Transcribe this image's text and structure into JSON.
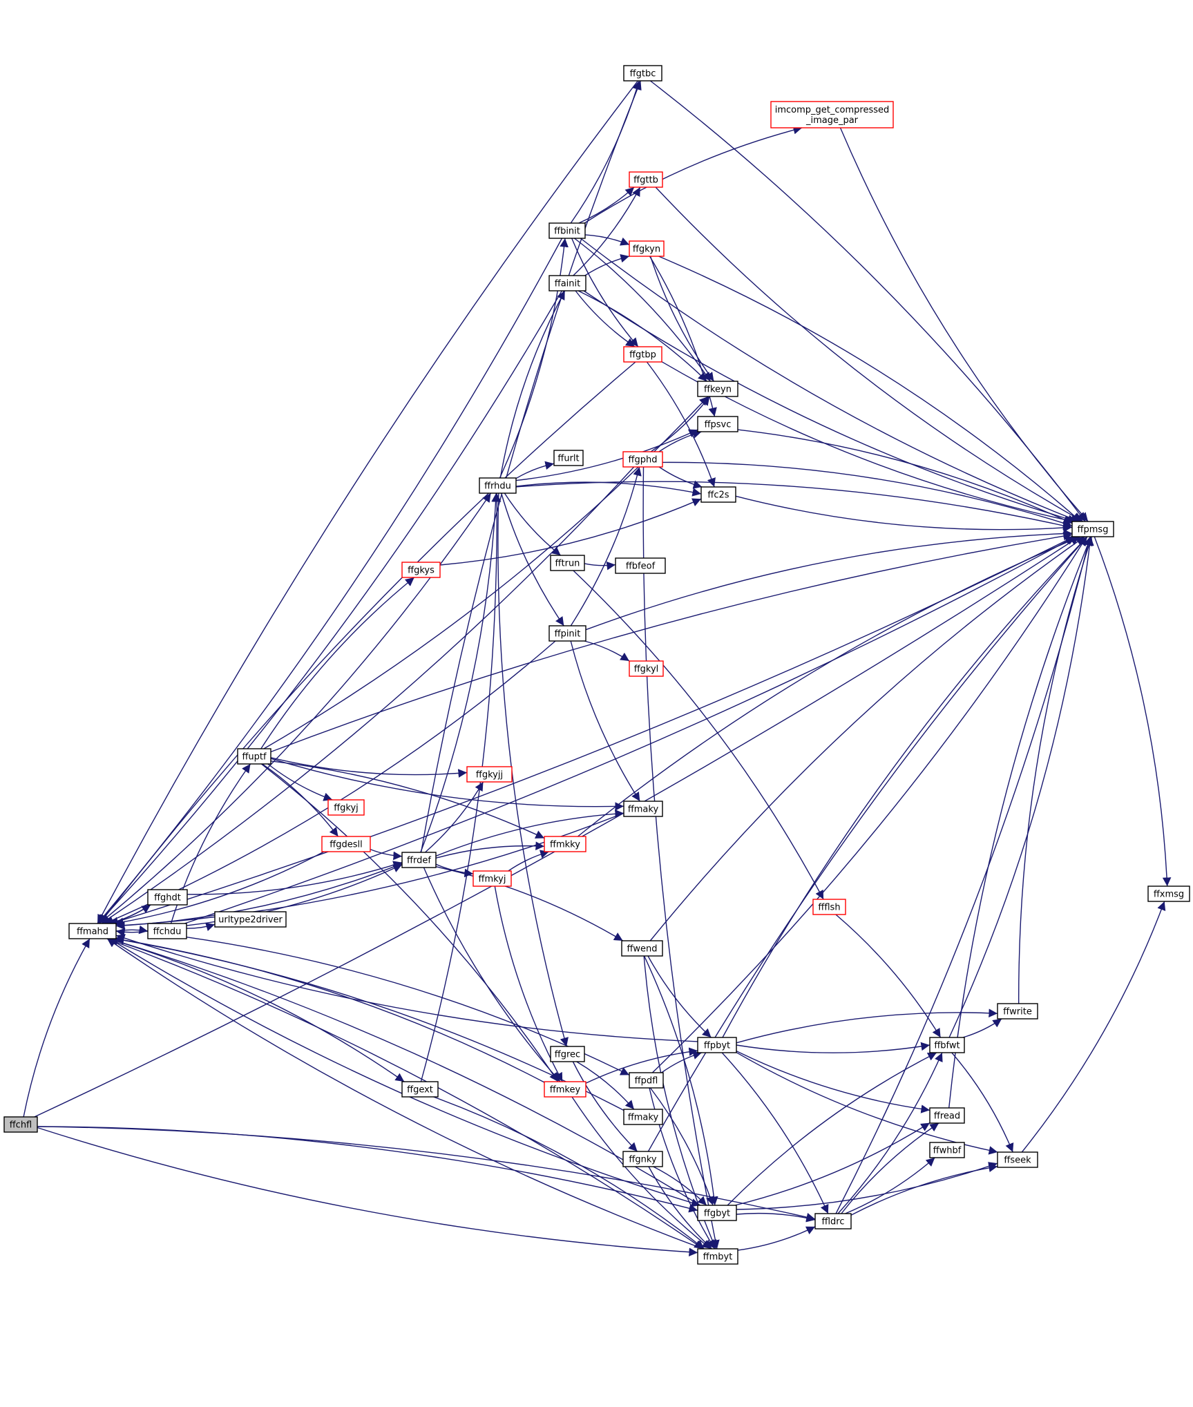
{
  "colors": {
    "edge": "#191970",
    "node_border_normal": "#000000",
    "node_border_truncated": "#ff0000",
    "root_fill": "#bfbfbf",
    "node_fill": "#ffffff",
    "background": "#ffffff"
  },
  "nodes": [
    {
      "id": "ffchfl",
      "label": "ffchfl",
      "style": "root"
    },
    {
      "id": "ffmahd",
      "label": "ffmahd",
      "style": "normal"
    },
    {
      "id": "ffghdt",
      "label": "ffghdt",
      "style": "normal"
    },
    {
      "id": "ffchdu",
      "label": "ffchdu",
      "style": "normal"
    },
    {
      "id": "urltype2driver",
      "label": "urltype2driver",
      "style": "normal"
    },
    {
      "id": "ffuptf",
      "label": "ffuptf",
      "style": "normal"
    },
    {
      "id": "ffgkys",
      "label": "ffgkys",
      "style": "truncated"
    },
    {
      "id": "ffgkyj",
      "label": "ffgkyj",
      "style": "truncated"
    },
    {
      "id": "ffgdesll",
      "label": "ffgdesll",
      "style": "truncated"
    },
    {
      "id": "ffrdef",
      "label": "ffrdef",
      "style": "normal"
    },
    {
      "id": "ffgext",
      "label": "ffgext",
      "style": "normal"
    },
    {
      "id": "ffrhdu",
      "label": "ffrhdu",
      "style": "normal"
    },
    {
      "id": "ffgkyjj",
      "label": "ffgkyjj",
      "style": "truncated"
    },
    {
      "id": "ffmkyj",
      "label": "ffmkyj",
      "style": "truncated"
    },
    {
      "id": "ffmkky",
      "label": "ffmkky",
      "style": "truncated"
    },
    {
      "id": "ffmkey",
      "label": "ffmkey",
      "style": "truncated"
    },
    {
      "id": "ffgrec",
      "label": "ffgrec",
      "style": "normal"
    },
    {
      "id": "ffbinit",
      "label": "ffbinit",
      "style": "normal"
    },
    {
      "id": "ffainit",
      "label": "ffainit",
      "style": "normal"
    },
    {
      "id": "ffpinit",
      "label": "ffpinit",
      "style": "normal"
    },
    {
      "id": "ffurlt",
      "label": "ffurlt",
      "style": "normal"
    },
    {
      "id": "fftrun",
      "label": "fftrun",
      "style": "normal"
    },
    {
      "id": "ffgkyl",
      "label": "ffgkyl",
      "style": "truncated"
    },
    {
      "id": "ffgtbc",
      "label": "ffgtbc",
      "style": "normal"
    },
    {
      "id": "ffgttb",
      "label": "ffgttb",
      "style": "truncated"
    },
    {
      "id": "ffgkyn",
      "label": "ffgkyn",
      "style": "truncated"
    },
    {
      "id": "ffgtbp",
      "label": "ffgtbp",
      "style": "truncated"
    },
    {
      "id": "ffgphd",
      "label": "ffgphd",
      "style": "truncated"
    },
    {
      "id": "ffbfeof",
      "label": "ffbfeof",
      "style": "normal"
    },
    {
      "id": "ffmaky1",
      "label": "ffmaky",
      "style": "normal"
    },
    {
      "id": "ffmaky2",
      "label": "ffmaky",
      "style": "normal"
    },
    {
      "id": "ffwend",
      "label": "ffwend",
      "style": "normal"
    },
    {
      "id": "ffpdfl",
      "label": "ffpdfl",
      "style": "normal"
    },
    {
      "id": "ffgnky",
      "label": "ffgnky",
      "style": "normal"
    },
    {
      "id": "imcomp",
      "label": "imcomp_get_compressed\n_image_par",
      "style": "truncated"
    },
    {
      "id": "ffkeyn",
      "label": "ffkeyn",
      "style": "normal"
    },
    {
      "id": "ffpsvc",
      "label": "ffpsvc",
      "style": "normal"
    },
    {
      "id": "ffc2s",
      "label": "ffc2s",
      "style": "normal"
    },
    {
      "id": "ffpbyt",
      "label": "ffpbyt",
      "style": "normal"
    },
    {
      "id": "ffgbyt",
      "label": "ffgbyt",
      "style": "normal"
    },
    {
      "id": "ffmbyt",
      "label": "ffmbyt",
      "style": "normal"
    },
    {
      "id": "ffflsh",
      "label": "ffflsh",
      "style": "truncated"
    },
    {
      "id": "ffbfwt",
      "label": "ffbfwt",
      "style": "normal"
    },
    {
      "id": "ffread",
      "label": "ffread",
      "style": "normal"
    },
    {
      "id": "ffwhbf",
      "label": "ffwhbf",
      "style": "normal"
    },
    {
      "id": "ffldrc",
      "label": "ffldrc",
      "style": "normal"
    },
    {
      "id": "ffwrite",
      "label": "ffwrite",
      "style": "normal"
    },
    {
      "id": "ffseek",
      "label": "ffseek",
      "style": "normal"
    },
    {
      "id": "ffpmsg",
      "label": "ffpmsg",
      "style": "normal"
    },
    {
      "id": "ffxmsg",
      "label": "ffxmsg",
      "style": "normal"
    }
  ],
  "edges": [
    [
      "ffchfl",
      "ffmahd"
    ],
    [
      "ffchfl",
      "ffpmsg"
    ],
    [
      "ffchfl",
      "ffgbyt"
    ],
    [
      "ffchfl",
      "ffmbyt"
    ],
    [
      "ffchfl",
      "ffldrc"
    ],
    [
      "ffmahd",
      "ffghdt"
    ],
    [
      "ffmahd",
      "ffchdu"
    ],
    [
      "ffmahd",
      "ffrhdu"
    ],
    [
      "ffmahd",
      "ffgext"
    ],
    [
      "ffmahd",
      "ffpmsg"
    ],
    [
      "ffmahd",
      "ffmbyt"
    ],
    [
      "ffmahd",
      "ffgbyt"
    ],
    [
      "ffghdt",
      "ffmahd"
    ],
    [
      "ffghdt",
      "ffrdef"
    ],
    [
      "ffchdu",
      "ffmahd"
    ],
    [
      "ffchdu",
      "urltype2driver"
    ],
    [
      "ffchdu",
      "ffuptf"
    ],
    [
      "ffchdu",
      "ffrdef"
    ],
    [
      "ffchdu",
      "ffpdfl"
    ],
    [
      "ffchdu",
      "ffpmsg"
    ],
    [
      "ffuptf",
      "ffgkys"
    ],
    [
      "ffuptf",
      "ffgkyj"
    ],
    [
      "ffuptf",
      "ffgdesll"
    ],
    [
      "ffuptf",
      "ffgkyjj"
    ],
    [
      "ffuptf",
      "ffmkky"
    ],
    [
      "ffuptf",
      "ffmaky1"
    ],
    [
      "ffuptf",
      "ffmkey"
    ],
    [
      "ffuptf",
      "ffkeyn"
    ],
    [
      "ffuptf",
      "ffpmsg"
    ],
    [
      "ffgkys",
      "ffc2s"
    ],
    [
      "ffgdesll",
      "ffmahd"
    ],
    [
      "ffgdesll",
      "ffrdef"
    ],
    [
      "ffrdef",
      "ffmahd"
    ],
    [
      "ffrdef",
      "ffrhdu"
    ],
    [
      "ffrdef",
      "ffgtbc"
    ],
    [
      "ffrdef",
      "ffgkyjj"
    ],
    [
      "ffrdef",
      "ffmkky"
    ],
    [
      "ffrdef",
      "ffmkyj"
    ],
    [
      "ffrdef",
      "ffmaky1"
    ],
    [
      "ffrdef",
      "ffmkey"
    ],
    [
      "ffrdef",
      "ffwend"
    ],
    [
      "ffgext",
      "ffrhdu"
    ],
    [
      "ffgext",
      "ffmbyt"
    ],
    [
      "ffrhdu",
      "ffbinit"
    ],
    [
      "ffrhdu",
      "ffainit"
    ],
    [
      "ffrhdu",
      "ffpinit"
    ],
    [
      "ffrhdu",
      "ffurlt"
    ],
    [
      "ffrhdu",
      "fftrun"
    ],
    [
      "ffrhdu",
      "ffc2s"
    ],
    [
      "ffrhdu",
      "ffpsvc"
    ],
    [
      "ffrhdu",
      "ffpmsg"
    ],
    [
      "ffrhdu",
      "ffgrec"
    ],
    [
      "ffmkyj",
      "ffmkky"
    ],
    [
      "ffmkyj",
      "ffmkey"
    ],
    [
      "ffmkky",
      "ffpmsg"
    ],
    [
      "ffmkey",
      "ffmahd"
    ],
    [
      "ffmkey",
      "ffpbyt"
    ],
    [
      "ffmkey",
      "ffmbyt"
    ],
    [
      "ffgrec",
      "ffmaky2"
    ],
    [
      "ffgrec",
      "ffgnky"
    ],
    [
      "ffbinit",
      "ffmahd"
    ],
    [
      "ffbinit",
      "ffgtbc"
    ],
    [
      "ffbinit",
      "imcomp"
    ],
    [
      "ffbinit",
      "ffgttb"
    ],
    [
      "ffbinit",
      "ffgkyn"
    ],
    [
      "ffbinit",
      "ffgtbp"
    ],
    [
      "ffbinit",
      "ffkeyn"
    ],
    [
      "ffbinit",
      "ffpmsg"
    ],
    [
      "ffainit",
      "ffmahd"
    ],
    [
      "ffainit",
      "ffgttb"
    ],
    [
      "ffainit",
      "ffgkyn"
    ],
    [
      "ffainit",
      "ffgtbp"
    ],
    [
      "ffainit",
      "ffkeyn"
    ],
    [
      "ffainit",
      "ffpmsg"
    ],
    [
      "ffpinit",
      "ffmahd"
    ],
    [
      "ffpinit",
      "ffgphd"
    ],
    [
      "ffpinit",
      "ffgkyl"
    ],
    [
      "ffpinit",
      "ffmaky1"
    ],
    [
      "ffpinit",
      "ffpmsg"
    ],
    [
      "fftrun",
      "ffbfeof"
    ],
    [
      "fftrun",
      "ffflsh"
    ],
    [
      "ffgtbc",
      "ffmahd"
    ],
    [
      "ffgtbc",
      "ffpmsg"
    ],
    [
      "ffgttb",
      "ffpmsg"
    ],
    [
      "ffgkyn",
      "ffpsvc"
    ],
    [
      "ffgkyn",
      "ffkeyn"
    ],
    [
      "ffgkyn",
      "ffpmsg"
    ],
    [
      "ffgtbp",
      "ffmahd"
    ],
    [
      "ffgtbp",
      "ffc2s"
    ],
    [
      "ffgtbp",
      "ffpmsg"
    ],
    [
      "ffgphd",
      "ffmahd"
    ],
    [
      "ffgphd",
      "ffkeyn"
    ],
    [
      "ffgphd",
      "ffpsvc"
    ],
    [
      "ffgphd",
      "ffc2s"
    ],
    [
      "ffgphd",
      "ffpmsg"
    ],
    [
      "ffgphd",
      "ffmbyt"
    ],
    [
      "ffmaky1",
      "ffmahd"
    ],
    [
      "ffmaky2",
      "ffmahd"
    ],
    [
      "ffwend",
      "ffpmsg"
    ],
    [
      "ffwend",
      "ffpbyt"
    ],
    [
      "ffwend",
      "ffgbyt"
    ],
    [
      "ffwend",
      "ffmbyt"
    ],
    [
      "ffpdfl",
      "ffpbyt"
    ],
    [
      "ffpdfl",
      "ffpmsg"
    ],
    [
      "ffpdfl",
      "ffgbyt"
    ],
    [
      "ffpdfl",
      "ffmbyt"
    ],
    [
      "ffgnky",
      "ffgbyt"
    ],
    [
      "ffgnky",
      "ffmbyt"
    ],
    [
      "ffgnky",
      "ffpmsg"
    ],
    [
      "imcomp",
      "ffpmsg"
    ],
    [
      "ffpsvc",
      "ffpmsg"
    ],
    [
      "ffc2s",
      "ffpmsg"
    ],
    [
      "ffpbyt",
      "ffmahd"
    ],
    [
      "ffpbyt",
      "ffbfwt"
    ],
    [
      "ffpbyt",
      "ffwrite"
    ],
    [
      "ffpbyt",
      "ffread"
    ],
    [
      "ffpbyt",
      "ffldrc"
    ],
    [
      "ffpbyt",
      "ffseek"
    ],
    [
      "ffpbyt",
      "ffpmsg"
    ],
    [
      "ffgbyt",
      "ffmahd"
    ],
    [
      "ffgbyt",
      "ffbfwt"
    ],
    [
      "ffgbyt",
      "ffread"
    ],
    [
      "ffgbyt",
      "ffldrc"
    ],
    [
      "ffgbyt",
      "ffseek"
    ],
    [
      "ffmbyt",
      "ffmahd"
    ],
    [
      "ffmbyt",
      "ffldrc"
    ],
    [
      "ffflsh",
      "ffbfwt"
    ],
    [
      "ffbfwt",
      "ffwrite"
    ],
    [
      "ffbfwt",
      "ffseek"
    ],
    [
      "ffbfwt",
      "ffpmsg"
    ],
    [
      "ffread",
      "ffpmsg"
    ],
    [
      "ffldrc",
      "ffbfwt"
    ],
    [
      "ffldrc",
      "ffread"
    ],
    [
      "ffldrc",
      "ffwhbf"
    ],
    [
      "ffldrc",
      "ffseek"
    ],
    [
      "ffldrc",
      "ffpmsg"
    ],
    [
      "ffwrite",
      "ffpmsg"
    ],
    [
      "ffseek",
      "ffxmsg"
    ],
    [
      "ffpmsg",
      "ffxmsg"
    ]
  ]
}
